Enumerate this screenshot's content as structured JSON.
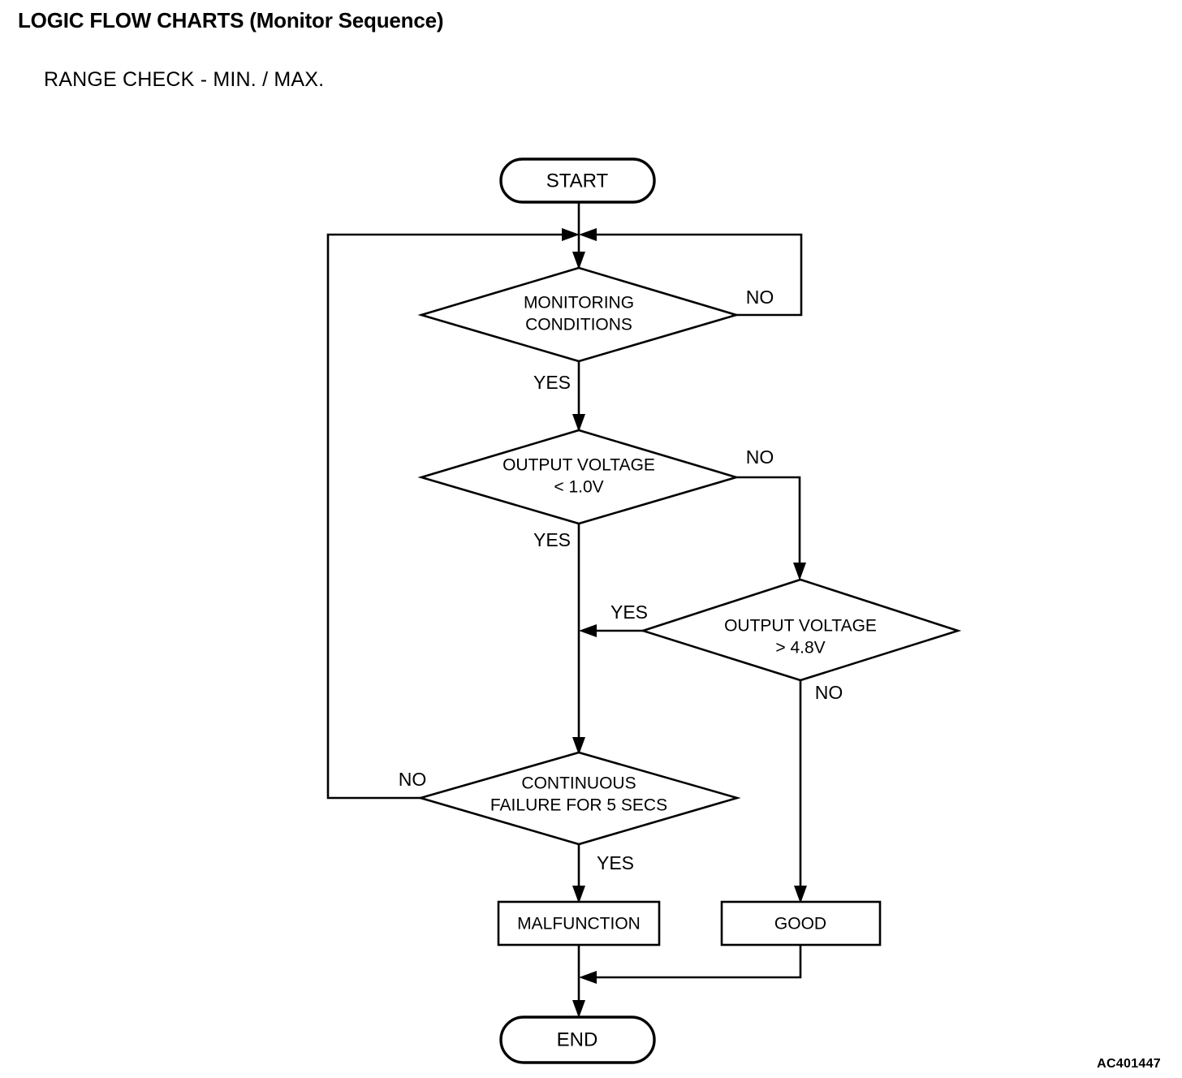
{
  "header": {
    "title": "LOGIC FLOW CHARTS (Monitor Sequence)",
    "subtitle": "RANGE CHECK - MIN. / MAX."
  },
  "footer": {
    "diagram_code": "AC401447"
  },
  "chart_data": {
    "type": "diagram",
    "diagram_kind": "flowchart",
    "title": "LOGIC FLOW CHARTS (Monitor Sequence)",
    "subtitle": "RANGE CHECK - MIN. / MAX.",
    "nodes": [
      {
        "id": "start",
        "shape": "terminator",
        "label": "START"
      },
      {
        "id": "monitoring",
        "shape": "decision",
        "label_line1": "MONITORING",
        "label_line2": "CONDITIONS"
      },
      {
        "id": "vmin",
        "shape": "decision",
        "label_line1": "OUTPUT VOLTAGE",
        "label_line2": "< 1.0V"
      },
      {
        "id": "vmax",
        "shape": "decision",
        "label_line1": "OUTPUT VOLTAGE",
        "label_line2": "> 4.8V"
      },
      {
        "id": "continuous",
        "shape": "decision",
        "label_line1": "CONTINUOUS",
        "label_line2": "FAILURE FOR 5 SECS"
      },
      {
        "id": "malfunction",
        "shape": "process",
        "label": "MALFUNCTION"
      },
      {
        "id": "good",
        "shape": "process",
        "label": "GOOD"
      },
      {
        "id": "end",
        "shape": "terminator",
        "label": "END"
      }
    ],
    "edges": [
      {
        "from": "start",
        "to": "monitoring",
        "label": ""
      },
      {
        "from": "monitoring",
        "to": "monitoring",
        "label": "NO"
      },
      {
        "from": "monitoring",
        "to": "vmin",
        "label": "YES"
      },
      {
        "from": "vmin",
        "to": "vmax",
        "label": "NO"
      },
      {
        "from": "vmin",
        "to": "continuous",
        "label": "YES"
      },
      {
        "from": "vmax",
        "to": "continuous",
        "label": "YES"
      },
      {
        "from": "vmax",
        "to": "good",
        "label": "NO"
      },
      {
        "from": "continuous",
        "to": "monitoring",
        "label": "NO"
      },
      {
        "from": "continuous",
        "to": "malfunction",
        "label": "YES"
      },
      {
        "from": "malfunction",
        "to": "end",
        "label": ""
      },
      {
        "from": "good",
        "to": "end",
        "label": ""
      }
    ],
    "edge_labels": {
      "monitoring_no": "NO",
      "monitoring_yes": "YES",
      "vmin_no": "NO",
      "vmin_yes": "YES",
      "vmax_yes": "YES",
      "vmax_no": "NO",
      "continuous_no": "NO",
      "continuous_yes": "YES"
    },
    "colors": {
      "stroke": "#000000",
      "fill": "#ffffff",
      "text": "#000000"
    }
  }
}
